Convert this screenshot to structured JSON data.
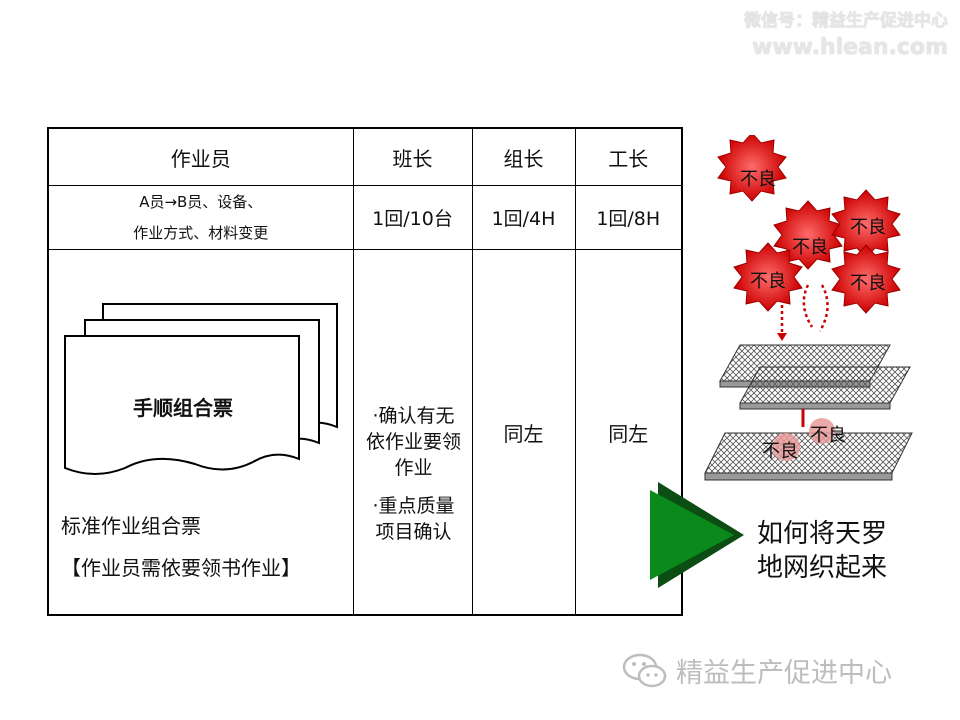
{
  "watermark": {
    "line1": "微信号：精益生产促进中心",
    "line2": "www.hlean.com",
    "bottom": "精益生产促进中心"
  },
  "table": {
    "headers": [
      "作业员",
      "班长",
      "组长",
      "工长"
    ],
    "operator_frequency_line1": "A员→B员、设备、",
    "operator_frequency_line2": "作业方式、材料变更",
    "frequency": {
      "leader": "1回/10台",
      "group_leader": "1回/4H",
      "foreman": "1回/8H"
    },
    "paper_title": "手顺组合票",
    "standard_label": "标准作业组合票",
    "standard_note": "【作业员需依要领书作业】",
    "leader_notes": [
      "·确认有无依作业要领作业",
      "·重点质量项目确认"
    ],
    "group_leader_body": "同左",
    "foreman_body": "同左"
  },
  "diagram": {
    "defect_label": "不良"
  },
  "caption": {
    "line1": "如何将天罗",
    "line2": "地网织起来"
  },
  "colors": {
    "defect_red": "#cc0000",
    "arrow_green": "#0a8a1a",
    "dark_arrow_green": "#0b4d12"
  }
}
